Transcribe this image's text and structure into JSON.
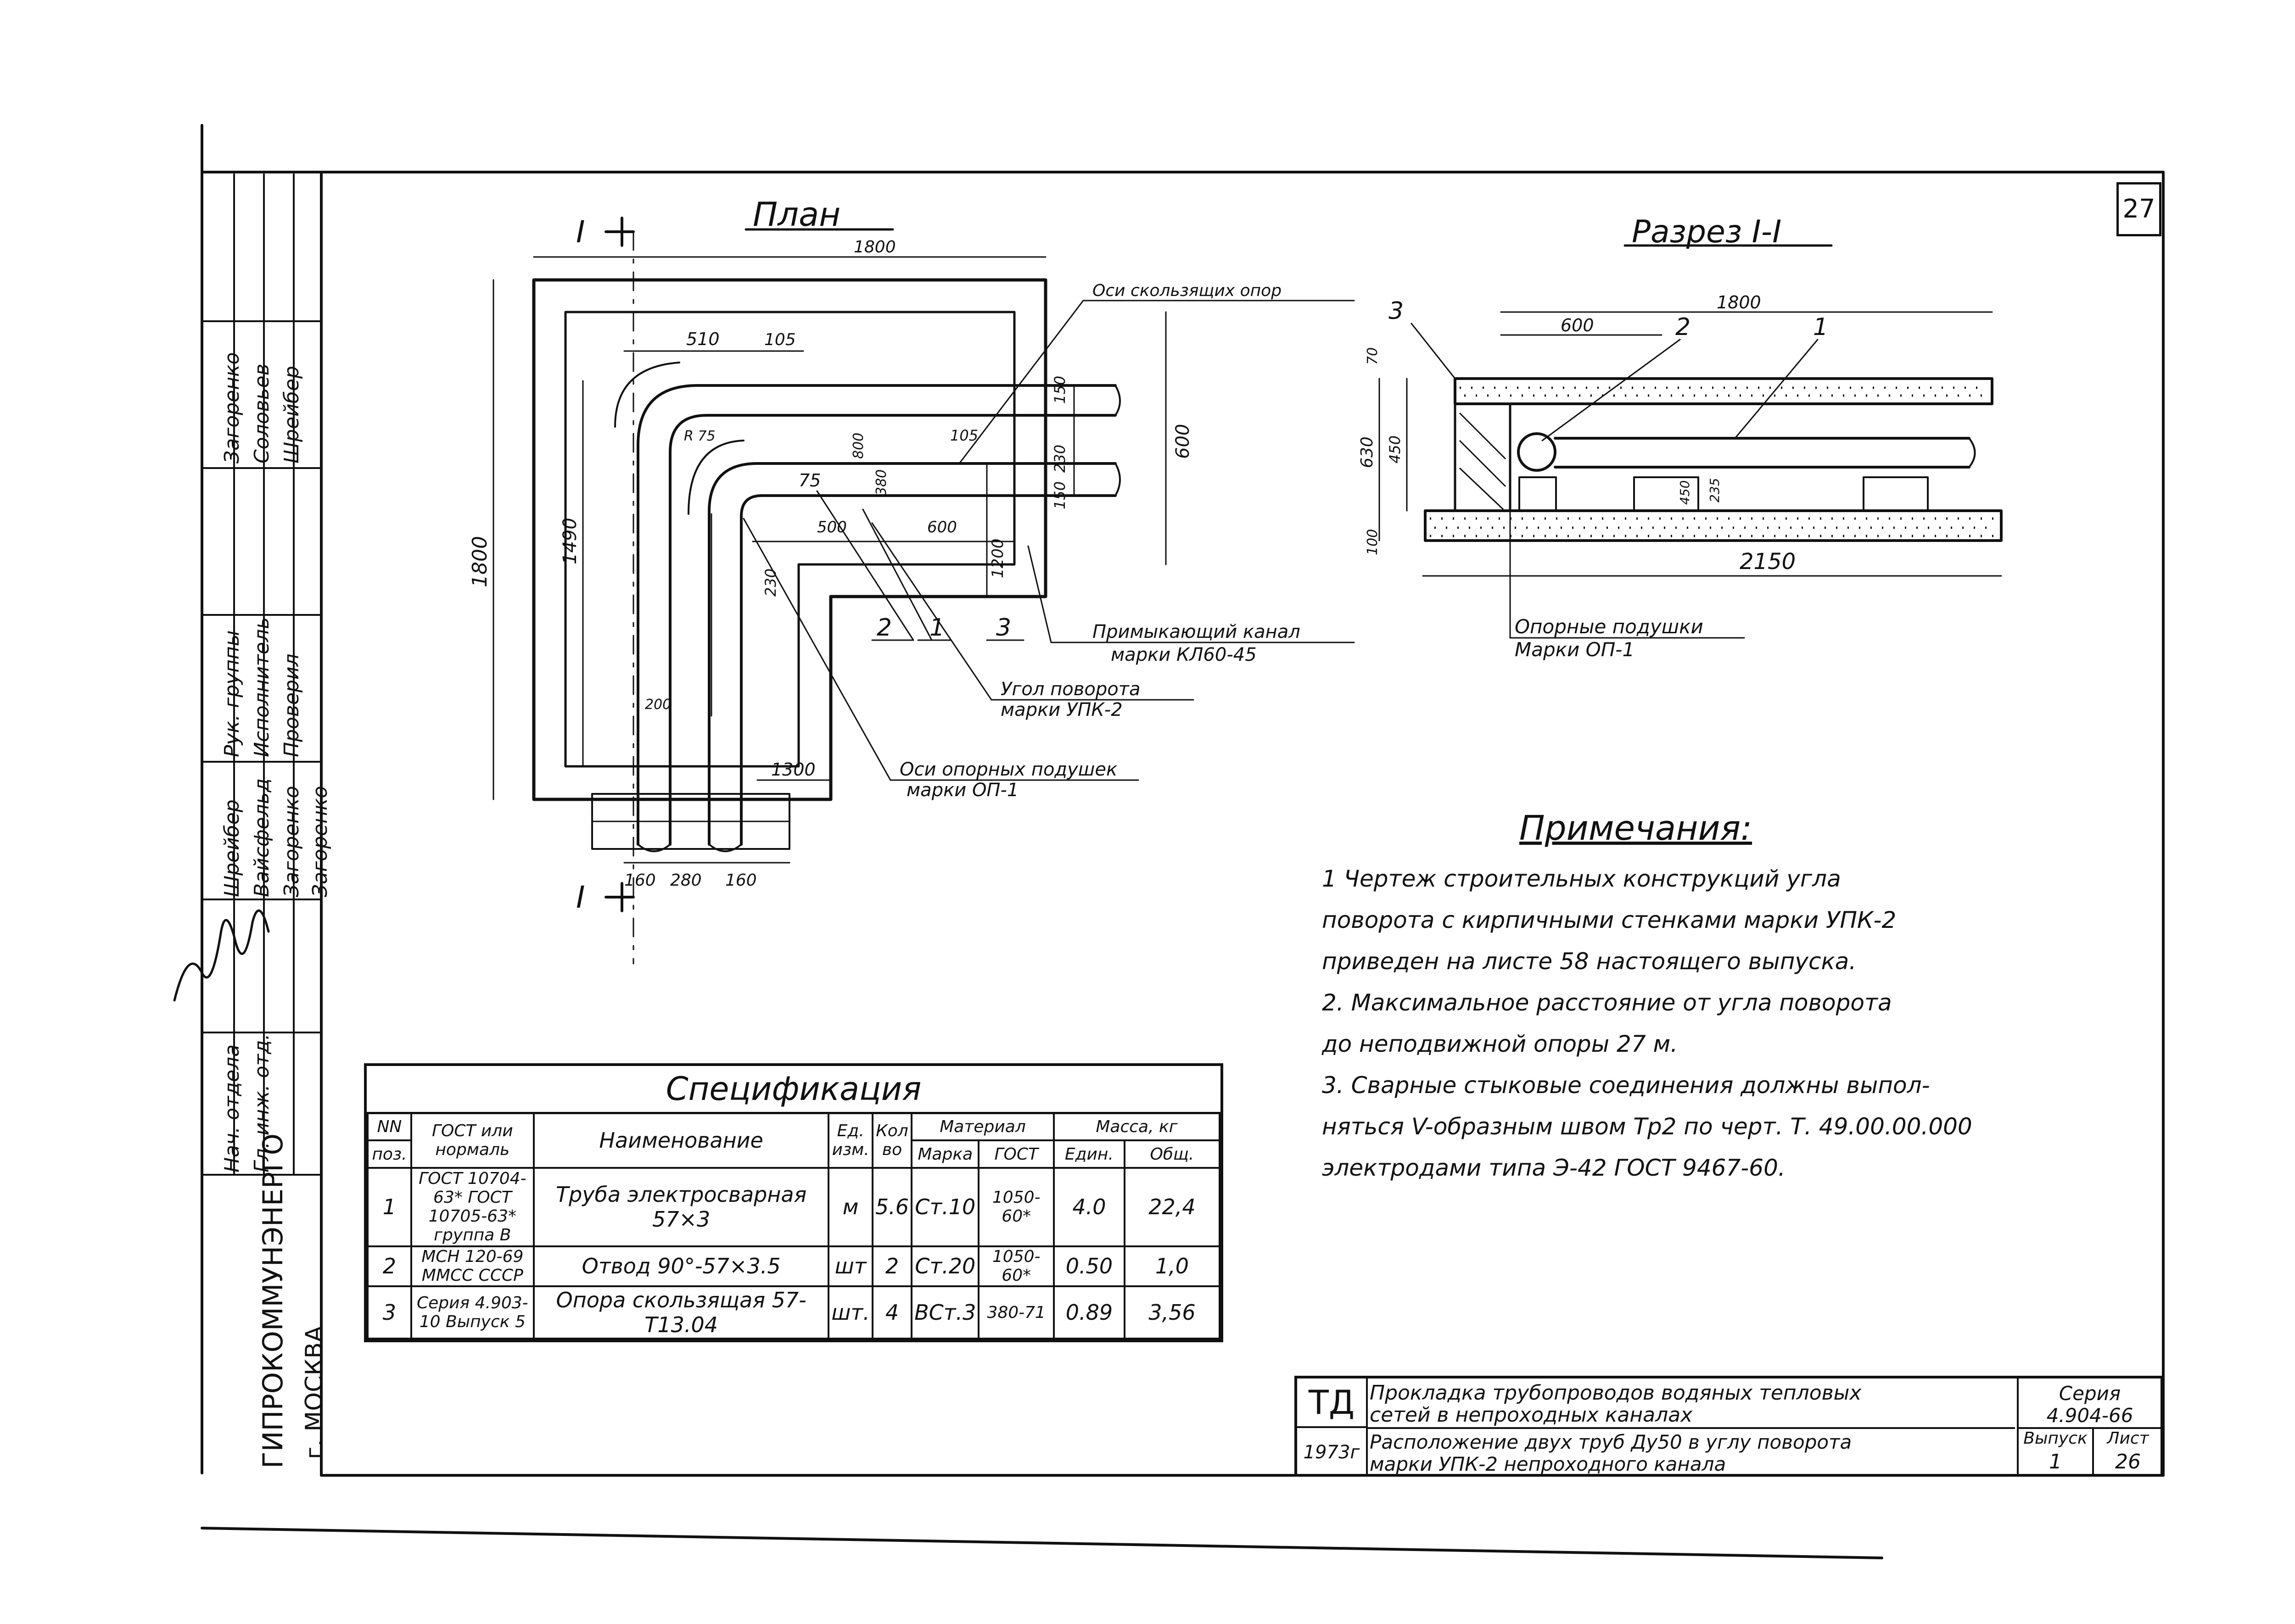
{
  "sheet": {
    "number": "27"
  },
  "plan": {
    "title": "План",
    "section_mark": "I",
    "dims": {
      "d1800_top": "1800",
      "d510": "510",
      "d105": "105",
      "d1800_left": "1800",
      "d1490": "1490",
      "d150": "150",
      "d230": "230",
      "d150b": "150",
      "d600": "600",
      "d500": "500",
      "d600b": "600",
      "d1200": "1200",
      "d105b": "105",
      "d75": "75",
      "r": "R 75",
      "d380": "380",
      "d230b": "230",
      "d200": "200",
      "d1300": "1300",
      "d160a": "160",
      "d280": "280",
      "d160b": "160",
      "d800": "800"
    },
    "callouts": {
      "sliding_axes": "Оси скользящих опор",
      "adjoining_channel_1": "Примыкающий канал",
      "adjoining_channel_2": "марки КЛ60-45",
      "corner_1": "Угол поворота",
      "corner_2": "марки УПК-2",
      "support_axes_1": "Оси опорных подушек",
      "support_axes_2": "марки ОП-1",
      "pos2": "2",
      "pos1": "1",
      "pos3": "3"
    }
  },
  "section": {
    "title": "Разрез I-I",
    "dims": {
      "d1800": "1800",
      "d600": "600",
      "d70": "70",
      "d630": "630",
      "d450": "450",
      "d100": "100",
      "d450b": "450",
      "d235": "235",
      "d2150": "2150"
    },
    "callouts": {
      "pos3": "3",
      "pos2": "2",
      "pos1": "1",
      "supports_1": "Опорные подушки",
      "supports_2": "Марки ОП-1"
    }
  },
  "notes": {
    "title": "Примечания:",
    "lines": [
      "1 Чертеж строительных конструкций угла",
      "поворота с кирпичными стенками марки УПК-2",
      "приведен на листе 58 настоящего выпуска.",
      "2. Максимальное расстояние от угла поворота",
      "до неподвижной опоры 27 м.",
      "3. Сварные стыковые соединения должны выпол-",
      "няться V-образным швом Тр2 по черт. Т. 49.00.00.000",
      "электродами типа Э-42 ГОСТ 9467-60."
    ]
  },
  "spec": {
    "title": "Спецификация",
    "headers": {
      "nn": "NN",
      "pos": "поз.",
      "gost": "ГОСТ или нормаль",
      "name": "Наименование",
      "unit": "Ед. изм.",
      "qty": "Кол во",
      "material": "Материал",
      "mark": "Марка",
      "mgost": "ГОСТ",
      "mass": "Масса, кг",
      "each": "Един.",
      "total": "Общ."
    },
    "rows": [
      {
        "pos": "1",
        "gost": "ГОСТ 10704-63* ГОСТ 10705-63* группа В",
        "name": "Труба электросварная 57×3",
        "unit": "м",
        "qty": "5.6",
        "mark": "Ст.10",
        "mgost": "1050-60*",
        "each": "4.0",
        "total": "22,4"
      },
      {
        "pos": "2",
        "gost": "МСН 120-69 ММСС СССР",
        "name": "Отвод 90°-57×3.5",
        "unit": "шт",
        "qty": "2",
        "mark": "Ст.20",
        "mgost": "1050-60*",
        "each": "0.50",
        "total": "1,0"
      },
      {
        "pos": "3",
        "gost": "Серия 4.903-10 Выпуск 5",
        "name": "Опора скользящая 57-Т13.04",
        "unit": "шт.",
        "qty": "4",
        "mark": "ВСт.3",
        "mgost": "380-71",
        "each": "0.89",
        "total": "3,56"
      }
    ]
  },
  "stamp": {
    "mark": "ТД",
    "year": "1973г",
    "title_1": "Прокладка трубопроводов водяных тепловых",
    "title_2": "сетей в непроходных каналах",
    "subtitle_1": "Расположение двух труб Ду50 в углу поворота",
    "subtitle_2": "марки УПК-2 непроходного канала",
    "series_label": "Серия",
    "series_value": "4.904-66",
    "issue_label": "Выпуск",
    "issue_value": "1",
    "sheet_label": "Лист",
    "sheet_value": "26"
  },
  "left_block": {
    "org": "ГИПРОКОММУНЭНЕРГО",
    "city": "г. МОСКВА",
    "roles": [
      "Нач. отдела",
      "Гл. инж. отд.",
      "Рук. группы",
      "Исполнитель",
      "Проверил"
    ],
    "names": [
      "Шрейбер",
      "Вайсфельд",
      "Загоренко",
      "Загоренко"
    ],
    "names2": [
      "Загоренко",
      "Соловьев",
      "Шрейбер"
    ]
  }
}
